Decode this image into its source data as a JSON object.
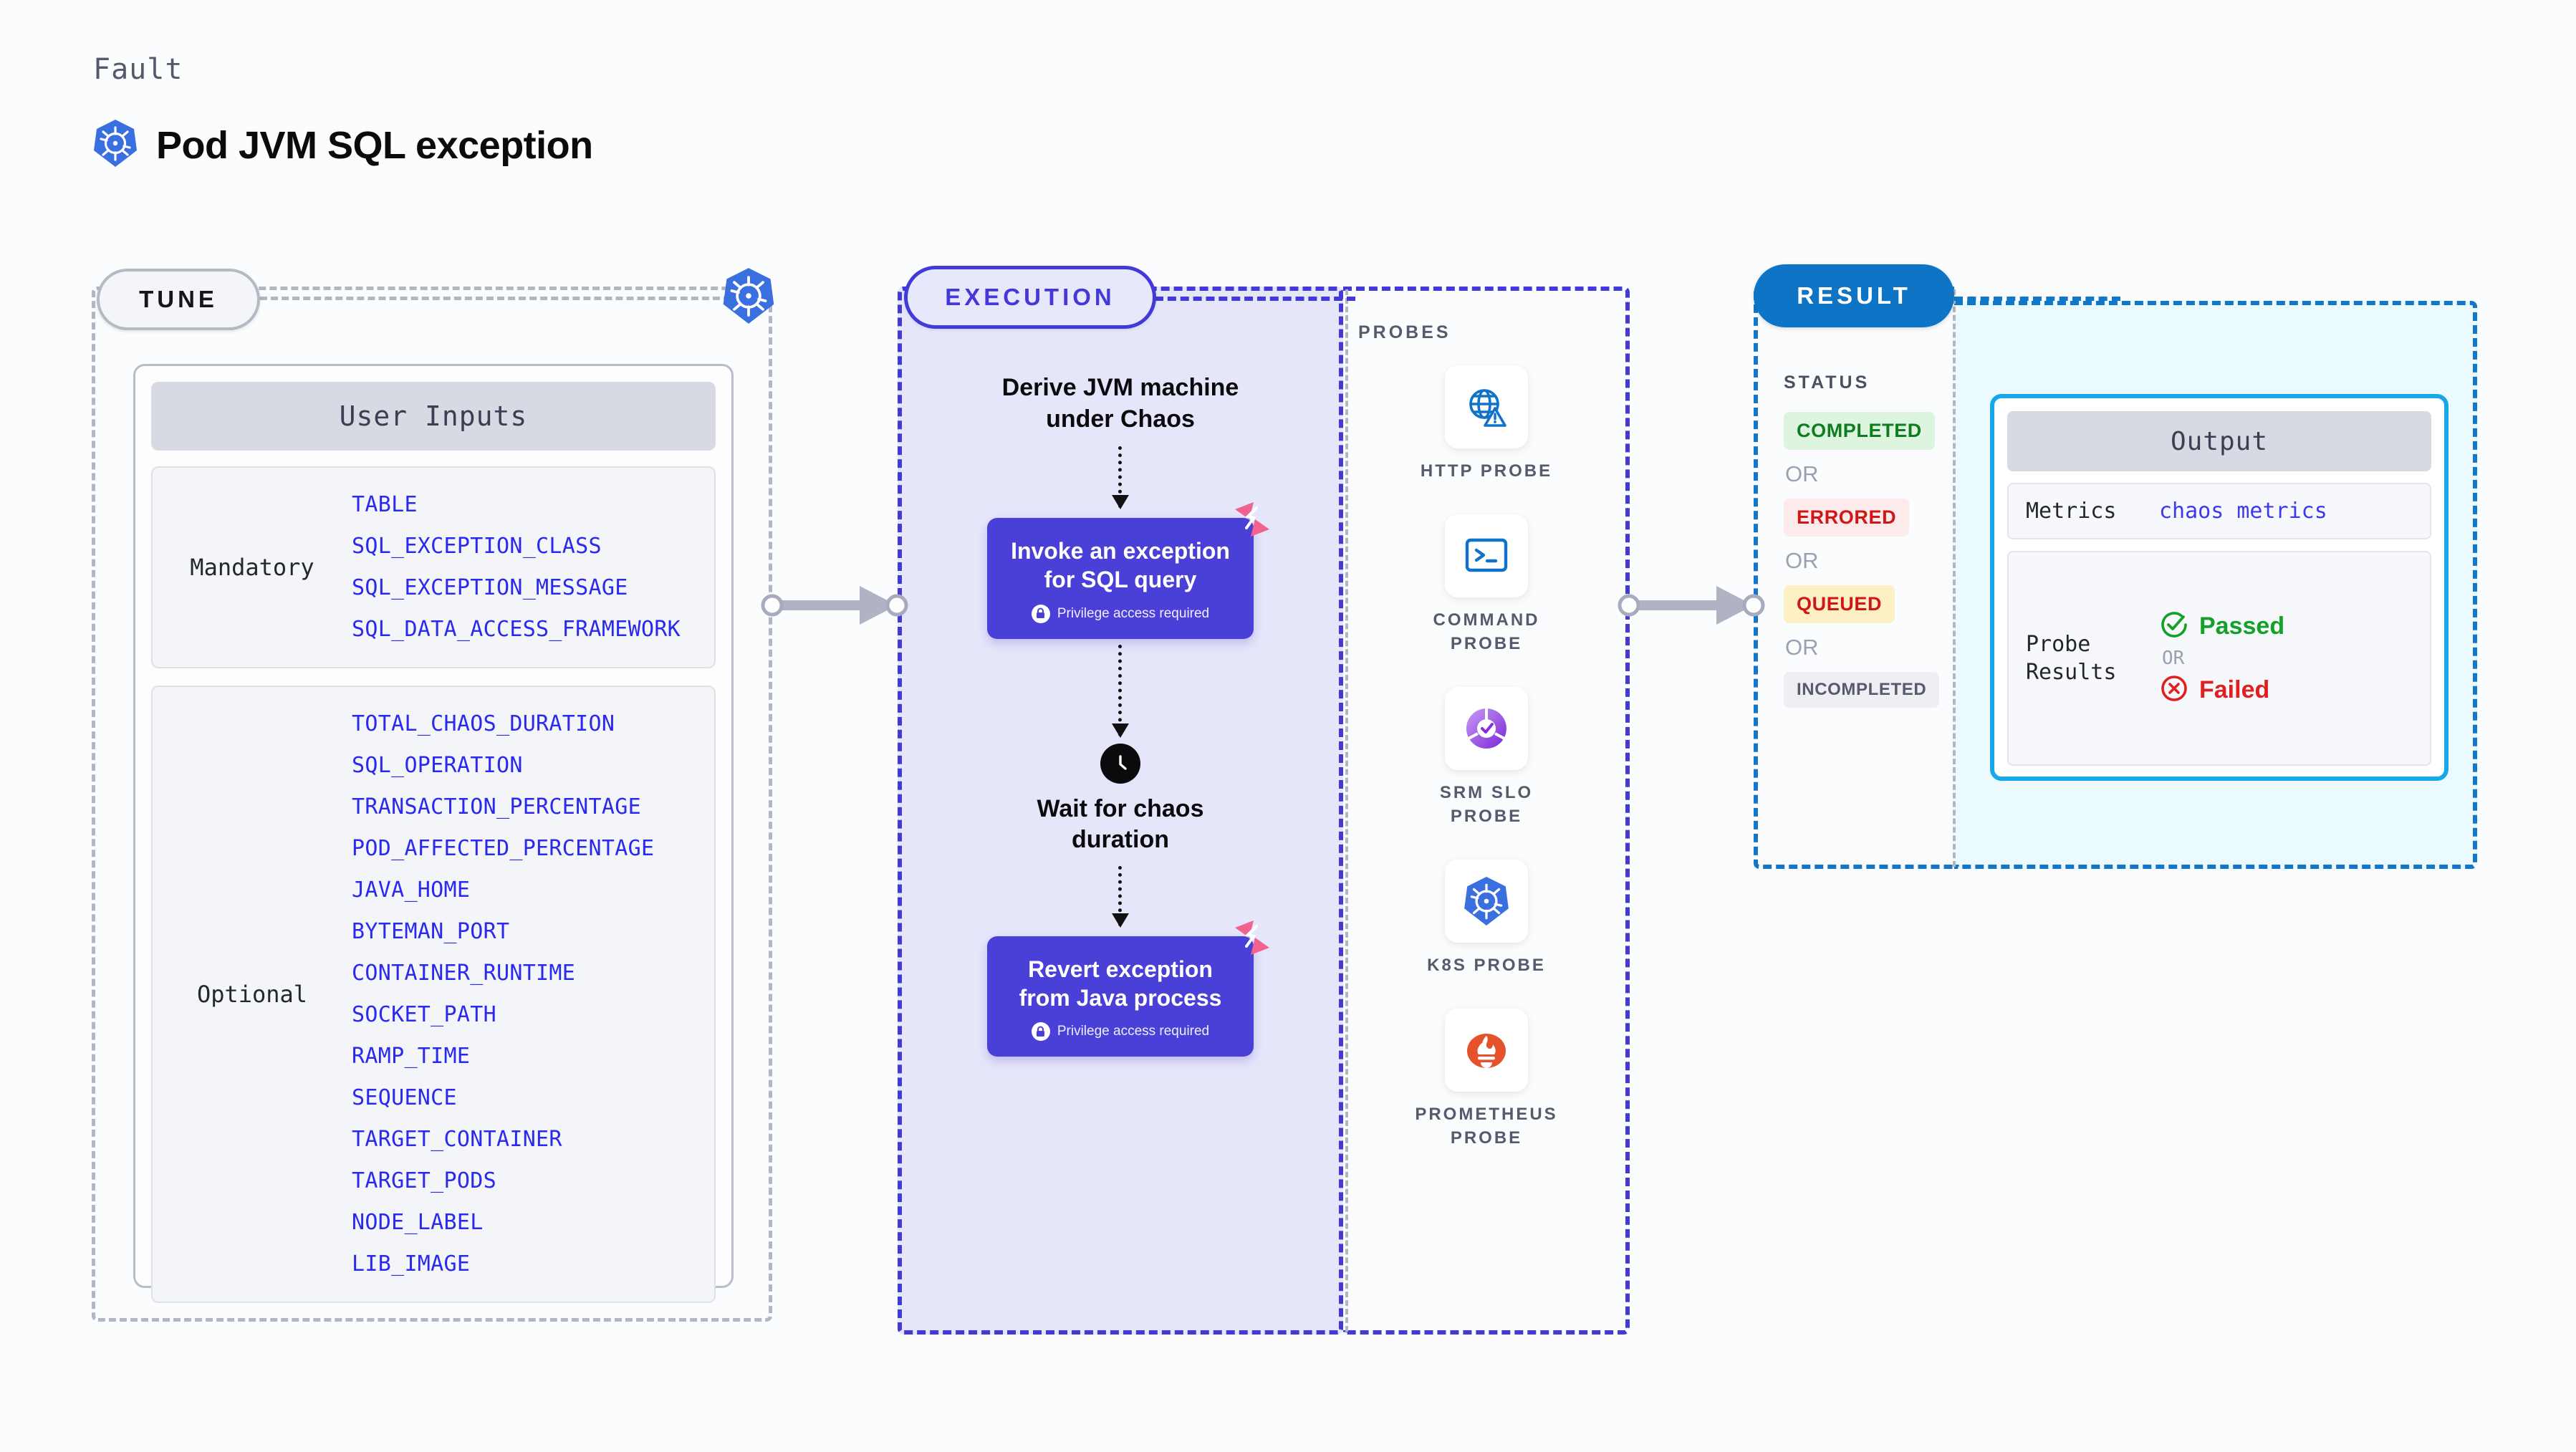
{
  "header": {
    "eyebrow": "Fault",
    "title": "Pod JVM SQL exception",
    "icon": "kubernetes-icon"
  },
  "tune": {
    "pill_label": "TUNE",
    "edge_icon": "kubernetes-icon",
    "card_header": "User Inputs",
    "groups": [
      {
        "label": "Mandatory",
        "params": [
          "TABLE",
          "SQL_EXCEPTION_CLASS",
          "SQL_EXCEPTION_MESSAGE",
          "SQL_DATA_ACCESS_FRAMEWORK"
        ]
      },
      {
        "label": "Optional",
        "params": [
          "TOTAL_CHAOS_DURATION",
          "SQL_OPERATION",
          "TRANSACTION_PERCENTAGE",
          "POD_AFFECTED_PERCENTAGE",
          "JAVA_HOME",
          "BYTEMAN_PORT",
          "CONTAINER_RUNTIME",
          "SOCKET_PATH",
          "RAMP_TIME",
          "SEQUENCE",
          "TARGET_CONTAINER",
          "TARGET_PODS",
          "NODE_LABEL",
          "LIB_IMAGE"
        ]
      }
    ]
  },
  "execution": {
    "pill_label": "EXECUTION",
    "step1_text": "Derive JVM machine\nunder Chaos",
    "action1_title": "Invoke an exception\nfor SQL query",
    "action1_note": "Privilege access required",
    "wait_text": "Wait for chaos\nduration",
    "wait_icon": "clock-icon",
    "action2_title": "Revert exception\nfrom Java process",
    "action2_note": "Privilege access required",
    "corner_icon": "harness-logo-icon",
    "lock_icon": "lock-icon"
  },
  "probes": {
    "label": "PROBES",
    "items": [
      {
        "name": "HTTP PROBE",
        "icon": "globe-warning-icon"
      },
      {
        "name": "COMMAND\nPROBE",
        "icon": "terminal-icon"
      },
      {
        "name": "SRM SLO\nPROBE",
        "icon": "srm-slo-icon"
      },
      {
        "name": "K8S PROBE",
        "icon": "kubernetes-icon"
      },
      {
        "name": "PROMETHEUS\nPROBE",
        "icon": "prometheus-icon"
      }
    ]
  },
  "result": {
    "pill_label": "RESULT",
    "status_title": "STATUS",
    "or_label": "OR",
    "statuses": [
      {
        "label": "COMPLETED",
        "bg": "#ddf5de",
        "fg": "#0f7d1f"
      },
      {
        "label": "ERRORED",
        "bg": "#fdeaea",
        "fg": "#cf1717"
      },
      {
        "label": "QUEUED",
        "bg": "#fdf0c4",
        "fg": "#cf1717"
      },
      {
        "label": "INCOMPLETED",
        "bg": "#eeeef3",
        "fg": "#555a6d"
      }
    ],
    "output": {
      "header": "Output",
      "metrics_key": "Metrics",
      "metrics_value": "chaos metrics",
      "probe_results_key": "Probe\nResults",
      "passed_label": "Passed",
      "failed_label": "Failed",
      "or_label": "OR",
      "passed_icon": "check-circle-icon",
      "failed_icon": "x-circle-icon"
    }
  },
  "connectors": {
    "arrow1": "tune-to-execution-arrow",
    "arrow2": "probes-to-result-arrow"
  },
  "colors": {
    "execution_purple": "#4a3fd6",
    "result_blue": "#0d74c6",
    "param_blue": "#2a2aee",
    "harness_pink": "#f2628f"
  }
}
